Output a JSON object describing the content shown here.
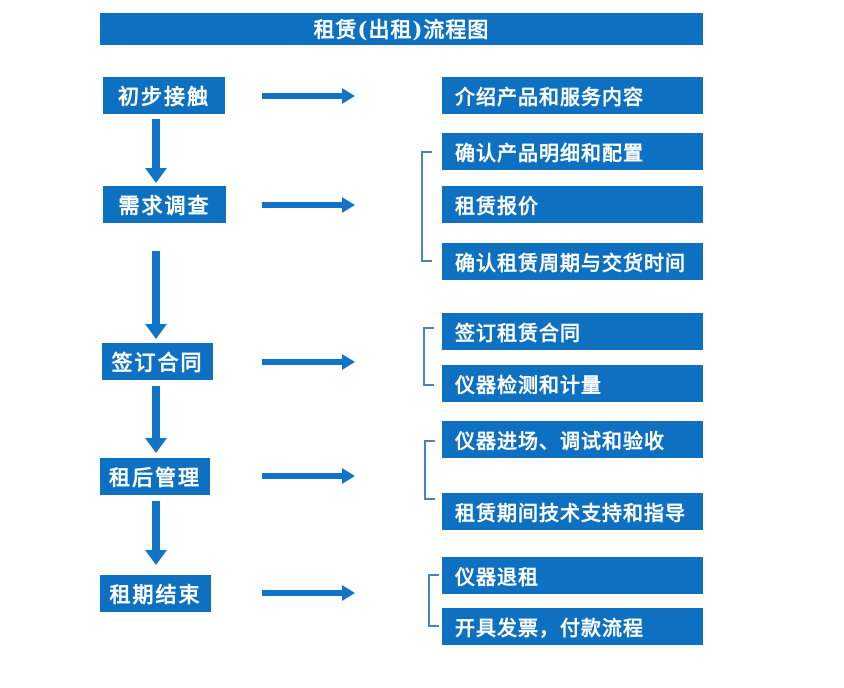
{
  "title": "租赁(出租)流程图",
  "colors": {
    "box-blue": "#0d70c1",
    "arrow-blue": "#1274c9",
    "bracket-blue": "#4a80c4",
    "text-white": "#ffffff",
    "page-bg": "#ffffff"
  },
  "icons": {
    "arrow-right-icon": "solid blue right-pointing arrow connector",
    "arrow-down-icon": "solid blue down-pointing arrow connector",
    "group-bracket-icon": "thin blue left square bracket grouping detail boxes"
  },
  "steps": [
    {
      "label": "初步接触",
      "details": [
        "介绍产品和服务内容"
      ]
    },
    {
      "label": "需求调查",
      "details": [
        "确认产品明细和配置",
        "租赁报价",
        "确认租赁周期与交货时间"
      ]
    },
    {
      "label": "签订合同",
      "details": [
        "签订租赁合同",
        "仪器检测和计量"
      ]
    },
    {
      "label": "租后管理",
      "details": [
        "仪器进场、调试和验收",
        "租赁期间技术支持和指导"
      ]
    },
    {
      "label": "租期结束",
      "details": [
        "仪器退租",
        "开具发票，付款流程"
      ]
    }
  ]
}
